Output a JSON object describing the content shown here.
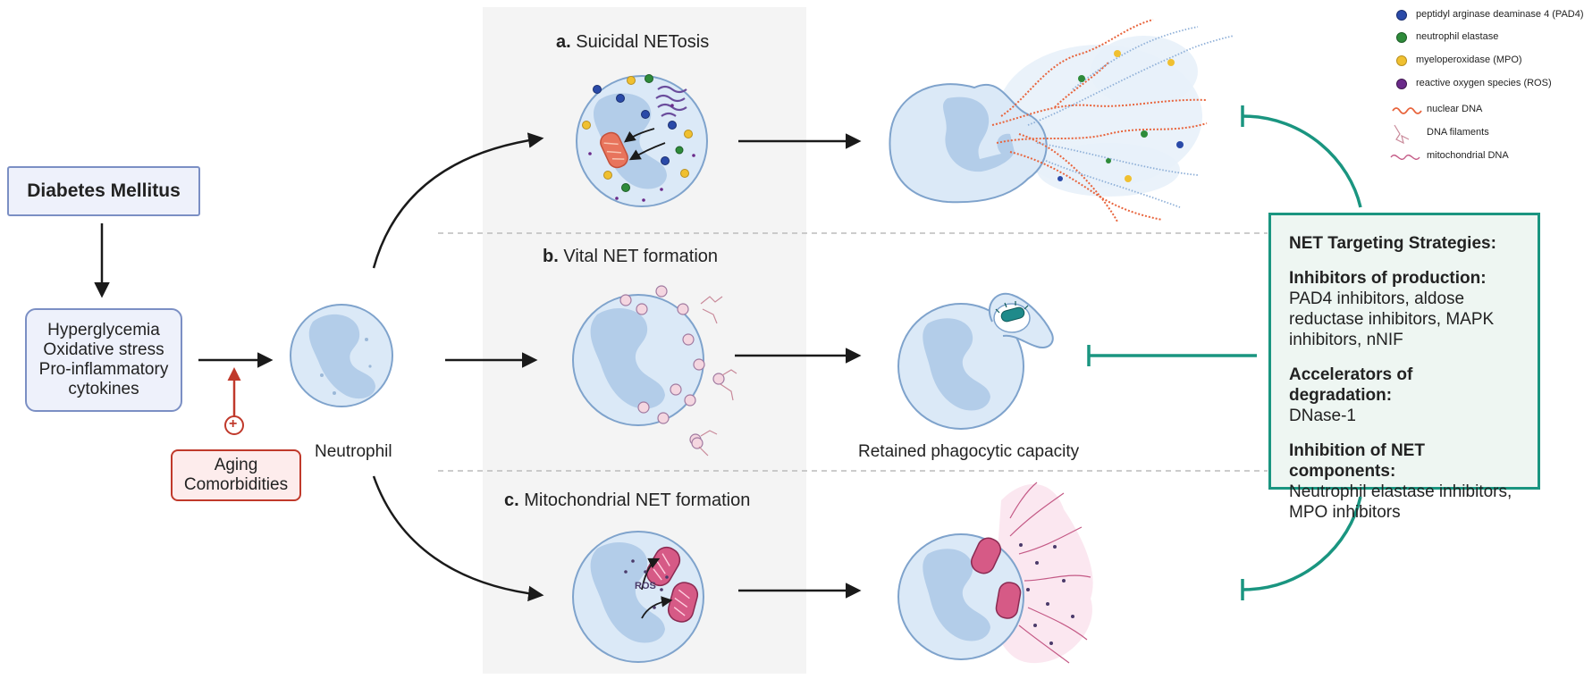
{
  "boxes": {
    "diabetes": "Diabetes Mellitus",
    "stress": [
      "Hyperglycemia",
      "Oxidative stress",
      "Pro-inflammatory",
      "cytokines"
    ],
    "aging": [
      "Aging",
      "Comorbidities"
    ],
    "plus_symbol": "+"
  },
  "labels": {
    "neutrophil": "Neutrophil",
    "retained": "Retained phagocytic capacity",
    "ros": "ROS"
  },
  "panels": {
    "a": {
      "letter": "a.",
      "title": "Suicidal NETosis"
    },
    "b": {
      "letter": "b.",
      "title": "Vital NET formation"
    },
    "c": {
      "letter": "c.",
      "title": "Mitochondrial NET formation"
    }
  },
  "legend": [
    {
      "label": "peptidyl arginase deaminase 4 (PAD4)",
      "icon": "blue-dot-icon",
      "color": "#2a4aa8"
    },
    {
      "label": "neutrophil elastase",
      "icon": "green-dot-icon",
      "color": "#2e8b3a"
    },
    {
      "label": "myeloperoxidase (MPO)",
      "icon": "yellow-dot-icon",
      "color": "#f0c030"
    },
    {
      "label": "reactive oxygen species (ROS)",
      "icon": "purple-dot-icon",
      "color": "#6a2a8a"
    },
    {
      "label": "nuclear DNA",
      "icon": "nuclear-dna-icon",
      "color": "#e8643c"
    },
    {
      "label": "DNA filaments",
      "icon": "dna-filaments-icon",
      "color": "#c98a9a"
    },
    {
      "label": "mitochondrial DNA",
      "icon": "mitochondrial-dna-icon",
      "color": "#c45a86"
    }
  ],
  "strategies": {
    "heading": "NET Targeting Strategies:",
    "production_title": "Inhibitors of production:",
    "production_text": " PAD4 inhibitors, aldose reductase inhibitors, MAPK inhibitors, nNIF",
    "degradation_title": "Accelerators of degradation:",
    "degradation_text": "DNase-1",
    "components_title": "Inhibition of NET components:",
    "components_text": "Neutrophil elastase inhibitors, MPO inhibitors"
  },
  "colors": {
    "cell_fill": "#dbe9f7",
    "cell_stroke": "#7fa3cc",
    "nucleus": "#b3cde9",
    "teal": "#1a9580",
    "red": "#c0392b",
    "panel_bg": "#f4f4f4"
  }
}
